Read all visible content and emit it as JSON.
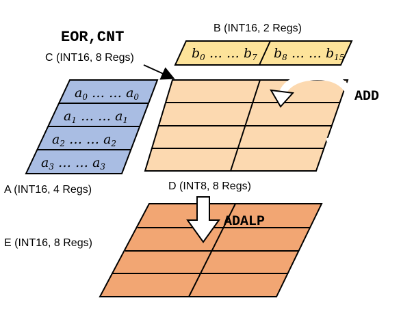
{
  "labels": {
    "eor_cnt": "EOR,CNT",
    "b_label": "B (INT16, 2 Regs)",
    "c_label": "C (INT16, 8 Regs)",
    "a_label": "A (INT16, 4 Regs)",
    "d_label": "D (INT8, 8 Regs)",
    "e_label": "E (INT16, 8 Regs)",
    "add_label": "ADD",
    "adalp_label": "ADALP"
  },
  "matrix_a": {
    "rows": [
      {
        "left": "a",
        "sub": "0",
        "dots": " … … ",
        "right": "a",
        "sub2": "0"
      },
      {
        "left": "a",
        "sub": "1",
        "dots": " … … ",
        "right": "a",
        "sub2": "1"
      },
      {
        "left": "a",
        "sub": "2",
        "dots": " … … ",
        "right": "a",
        "sub2": "2"
      },
      {
        "left": "a",
        "sub": "3",
        "dots": " … … ",
        "right": "a",
        "sub2": "3"
      }
    ]
  },
  "matrix_b": {
    "cells": [
      {
        "left": "b",
        "sub": "0",
        "dots": " … … ",
        "right": "b",
        "sub2": "7"
      },
      {
        "left": "b",
        "sub": "8",
        "dots": " … … ",
        "right": "b",
        "sub2": "15"
      }
    ]
  },
  "colors": {
    "a_fill": "#a9bde3",
    "b_fill": "#fde39a",
    "c_fill": "#fcd9b0",
    "e_fill": "#f2a673",
    "stroke": "#000000"
  }
}
